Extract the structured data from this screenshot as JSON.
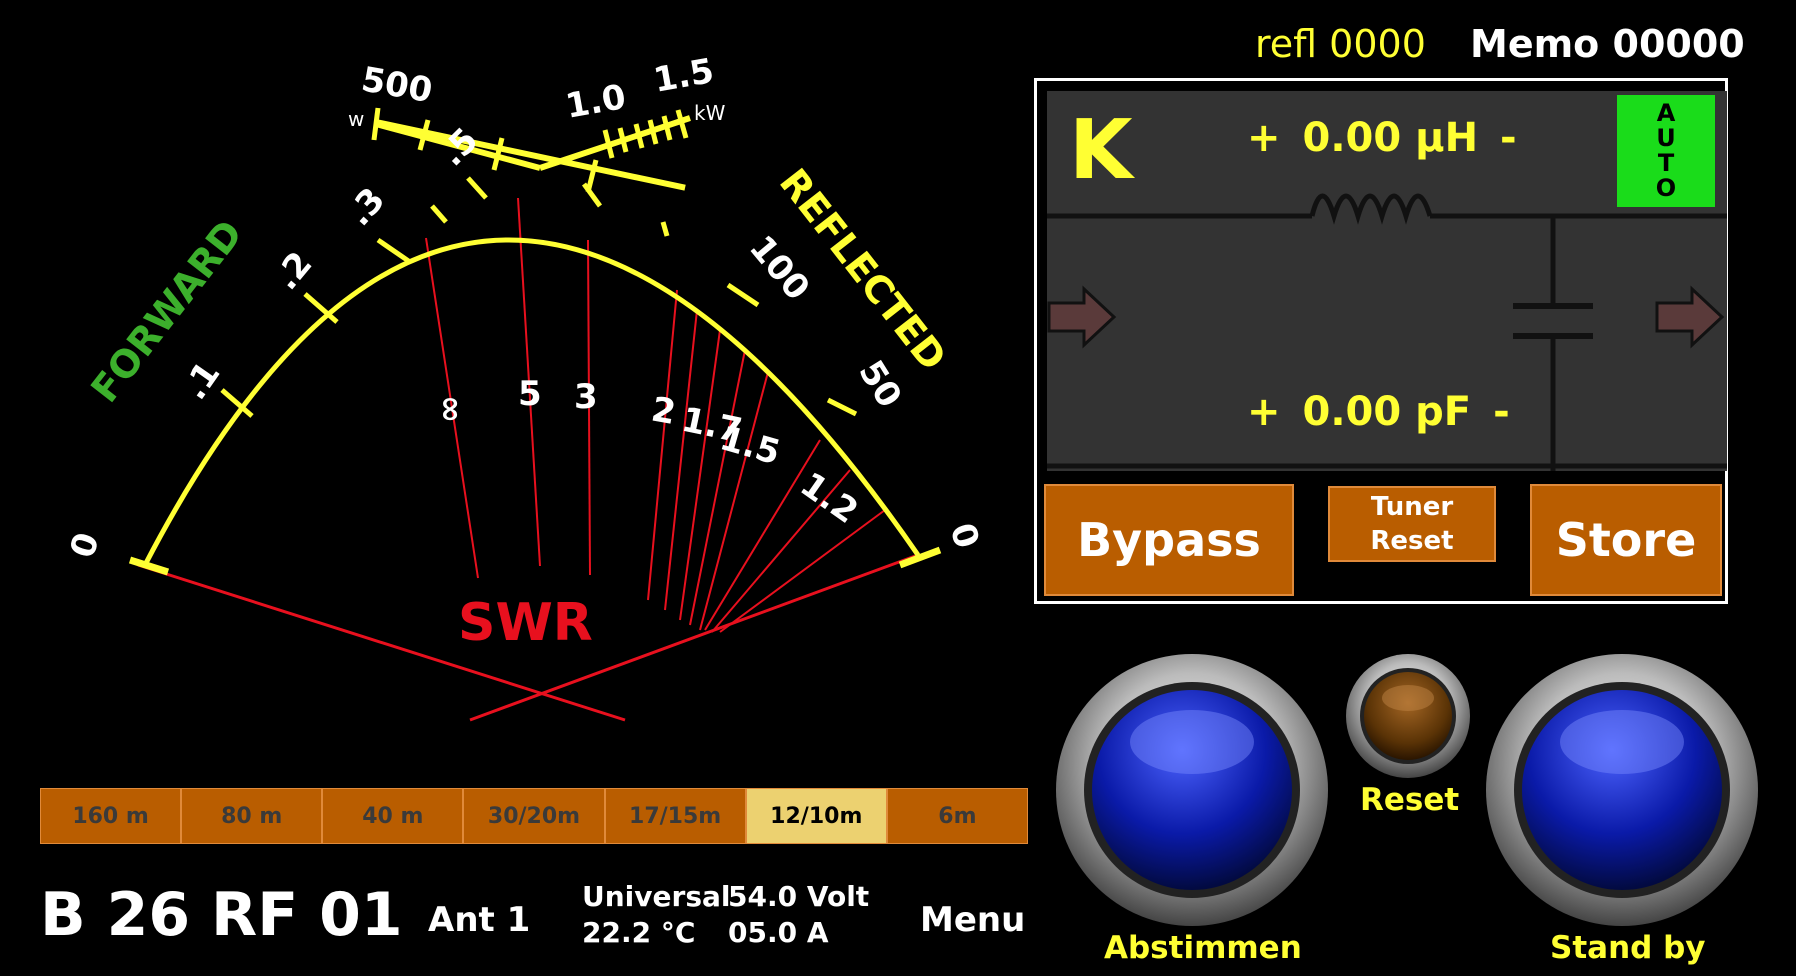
{
  "header": {
    "refl": "refl 0000",
    "memo": "Memo 00000"
  },
  "meter": {
    "forward_label": "FORWARD",
    "reflected_label": "REFLECTED",
    "swr_label": "SWR",
    "forward_scale": [
      "0",
      ".1",
      ".2",
      ".3",
      ".5"
    ],
    "reflected_scale": [
      "0",
      "50",
      "100"
    ],
    "upper_scale": {
      "w": "w",
      "kw": "kW",
      "labels": [
        "500",
        "1.0",
        "1.5"
      ]
    },
    "swr_values": [
      "∞",
      "5",
      "3",
      "2",
      "1.7",
      "1.5",
      "1.2"
    ]
  },
  "tuner": {
    "mode_letter": "K",
    "inductance": "0.00 µH",
    "capacitance": "0.00 pF",
    "plus": "+",
    "minus": "-",
    "auto_label": "AUTO",
    "auto_color": "#1adc1a"
  },
  "buttons": {
    "bypass": "Bypass",
    "tuner_reset_1": "Tuner",
    "tuner_reset_2": "Reset",
    "store": "Store"
  },
  "bands": [
    {
      "label": "160 m",
      "selected": false
    },
    {
      "label": "80 m",
      "selected": false
    },
    {
      "label": "40 m",
      "selected": false
    },
    {
      "label": "30/20m",
      "selected": false
    },
    {
      "label": "17/15m",
      "selected": false
    },
    {
      "label": "12/10m",
      "selected": true
    },
    {
      "label": "6m",
      "selected": false
    }
  ],
  "status": {
    "station": "B 26 RF 01",
    "antenna": "Ant 1",
    "mode": "Universal",
    "voltage": "54.0 Volt",
    "temperature": "22.2 °C",
    "current": "05.0 A",
    "menu": "Menu"
  },
  "knobs": {
    "tune": "Abstimmen",
    "reset": "Reset",
    "standby": "Stand by"
  },
  "colors": {
    "accent": "#ffff33",
    "button": "#b95d00",
    "band_selected": "#ecd170",
    "swr_red": "#e8101e",
    "forward_green": "#3cb02c"
  }
}
